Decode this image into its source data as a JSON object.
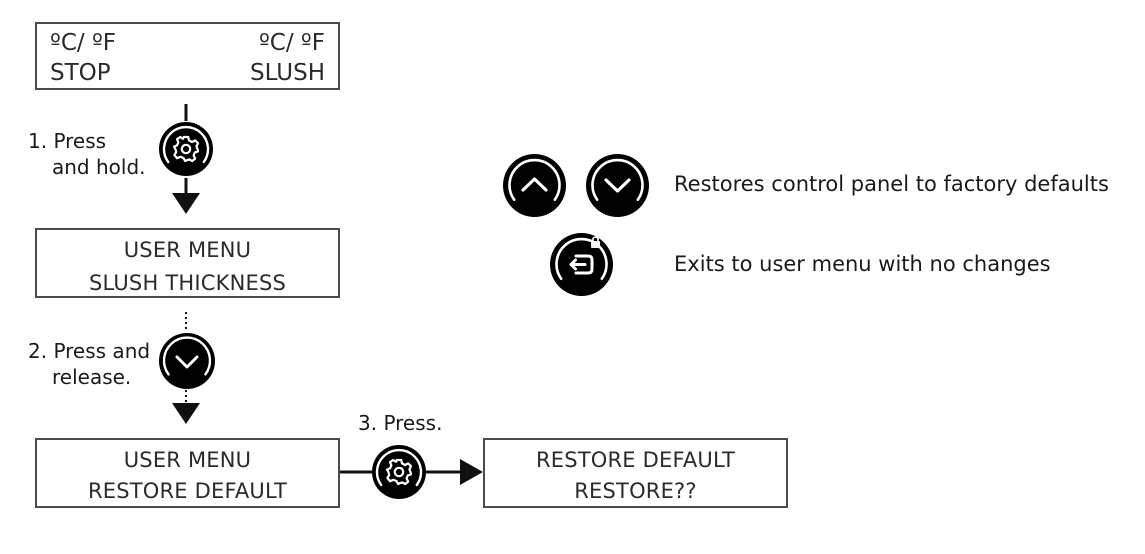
{
  "displays": {
    "home": {
      "top_left": "ºC/ ºF",
      "top_right": "ºC/ ºF",
      "bottom_left": "STOP",
      "bottom_right": "SLUSH"
    },
    "user_menu_1": {
      "line1": "USER MENU",
      "line2": "SLUSH  THICKNESS"
    },
    "user_menu_2": {
      "line1": "USER MENU",
      "line2": "RESTORE  DEFAULT"
    },
    "restore": {
      "line1": "RESTORE  DEFAULT",
      "line2": "RESTORE??"
    }
  },
  "steps": {
    "step1_line1": "1. Press",
    "step1_line2": "and hold.",
    "step2_line1": "2. Press and",
    "step2_line2": "release.",
    "step3": "3. Press."
  },
  "legend": {
    "up_down_text": "Restores control panel to factory defaults",
    "back_text": "Exits to user menu with no changes"
  },
  "icons": {
    "step1": "gear-icon",
    "step2": "chevron-down-icon",
    "step3": "gear-icon",
    "legend_up": "chevron-up-icon",
    "legend_down": "chevron-down-icon",
    "legend_back": "back-arrow-lock-icon"
  },
  "colors": {
    "button": "#000000",
    "icon": "#ffffff",
    "border": "#4a4a4a"
  }
}
